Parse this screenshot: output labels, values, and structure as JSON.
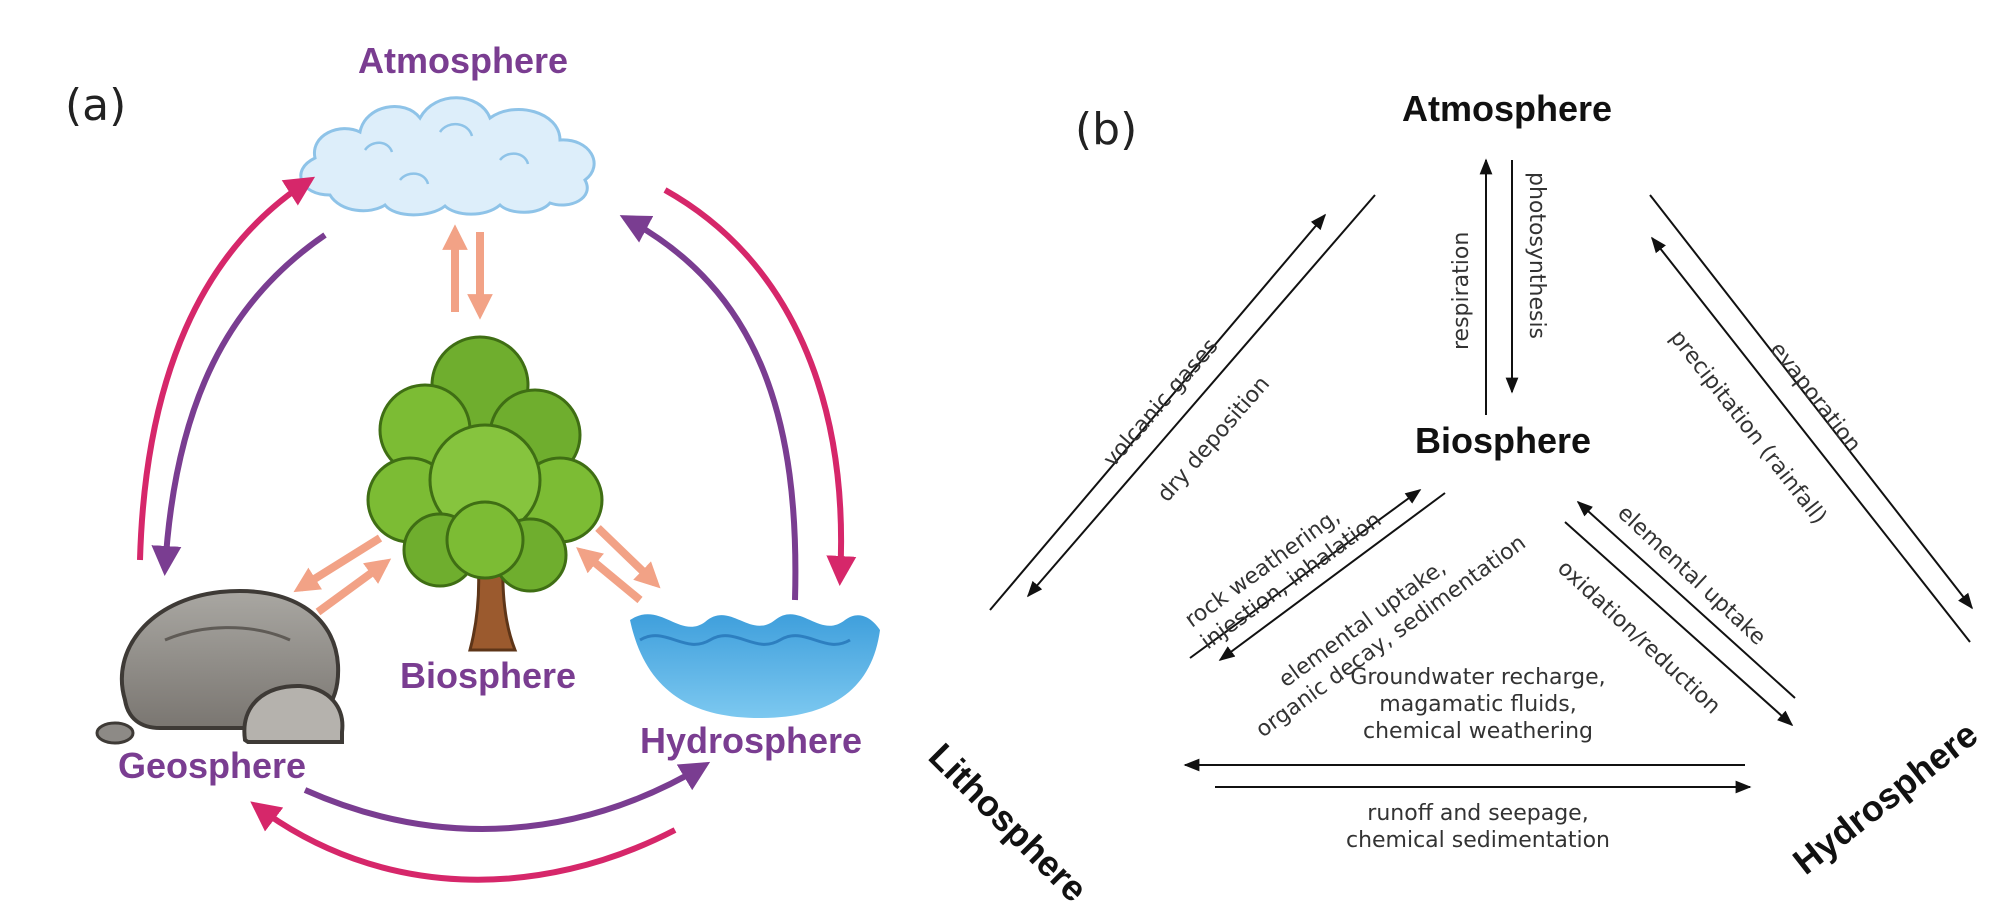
{
  "panel_a": {
    "tag": "(a)",
    "spheres": {
      "atmosphere": "Atmosphere",
      "biosphere": "Biosphere",
      "geosphere": "Geosphere",
      "hydrosphere": "Hydrosphere"
    },
    "colors": {
      "label": "#7a3d91",
      "arrow_pink": "#d6276a",
      "arrow_purple": "#7a3d91",
      "arrow_salmon": "#f2a286"
    }
  },
  "panel_b": {
    "tag": "(b)",
    "spheres": {
      "atmosphere": "Atmosphere",
      "biosphere": "Biosphere",
      "lithosphere": "Lithosphere",
      "hydrosphere": "Hydrosphere"
    },
    "processes": {
      "respiration": "respiration",
      "photosynthesis": "photosynthesis",
      "volcanic_gases": "volcanic gases",
      "dry_deposition": "dry deposition",
      "evaporation": "evaporation",
      "precipitation": "precipitation (rainfall)",
      "rock_weathering_1": "rock weathering,",
      "rock_weathering_2": "injestion, inhalation",
      "elemental_uptake_bl_1": "elemental uptake,",
      "elemental_uptake_bl_2": "organic decay, sedimentation",
      "elemental_uptake_bh": "elemental uptake",
      "oxidation_reduction": "oxidation/reduction",
      "groundwater_1": "Groundwater recharge,",
      "groundwater_2": "magamatic fluids,",
      "groundwater_3": "chemical weathering",
      "runoff_1": "runoff and seepage,",
      "runoff_2": "chemical sedimentation"
    }
  }
}
